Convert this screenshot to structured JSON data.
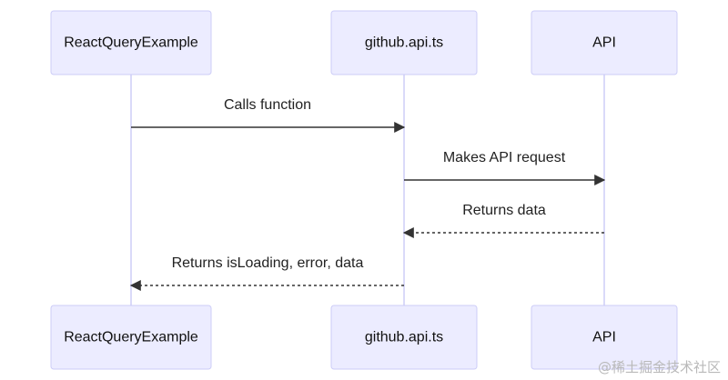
{
  "diagram": {
    "participants": [
      {
        "id": "react",
        "label": "ReactQueryExample"
      },
      {
        "id": "api_ts",
        "label": "github.api.ts"
      },
      {
        "id": "api",
        "label": "API"
      }
    ],
    "messages": [
      {
        "from": "react",
        "to": "api_ts",
        "label": "Calls function",
        "style": "solid"
      },
      {
        "from": "api_ts",
        "to": "api",
        "label": "Makes API request",
        "style": "solid"
      },
      {
        "from": "api",
        "to": "api_ts",
        "label": "Returns data",
        "style": "dashed"
      },
      {
        "from": "api_ts",
        "to": "react",
        "label": "Returns isLoading, error, data",
        "style": "dashed"
      }
    ]
  },
  "watermark": "@稀土掘金技术社区"
}
